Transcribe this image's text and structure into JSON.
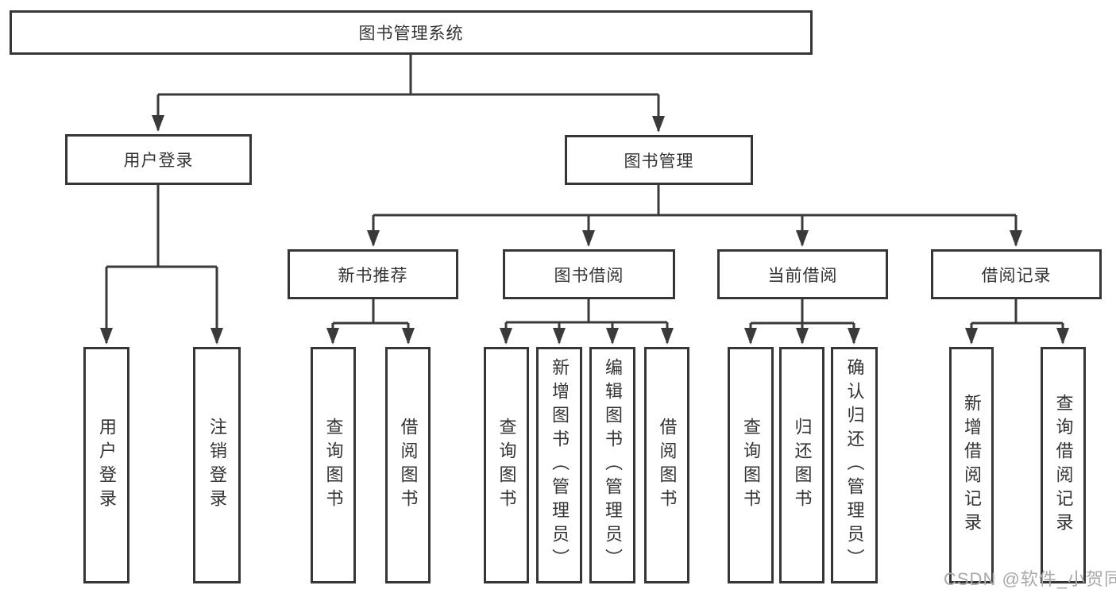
{
  "tree": {
    "label": "图书管理系统",
    "children": [
      {
        "label": "用户登录",
        "children": [
          {
            "label": "用户登录"
          },
          {
            "label": "注销登录"
          }
        ]
      },
      {
        "label": "图书管理",
        "children": [
          {
            "label": "新书推荐",
            "children": [
              {
                "label": "查询图书"
              },
              {
                "label": "借阅图书"
              }
            ]
          },
          {
            "label": "图书借阅",
            "children": [
              {
                "label": "查询图书"
              },
              {
                "label": "新增图书（管理员）"
              },
              {
                "label": "编辑图书（管理员）"
              },
              {
                "label": "借阅图书"
              }
            ]
          },
          {
            "label": "当前借阅",
            "children": [
              {
                "label": "查询图书"
              },
              {
                "label": "归还图书"
              },
              {
                "label": "确认归还（管理员）"
              }
            ]
          },
          {
            "label": "借阅记录",
            "children": [
              {
                "label": "新增借阅记录"
              },
              {
                "label": "查询借阅记录"
              }
            ]
          }
        ]
      }
    ]
  },
  "watermark": "CSDN @软件_小贺同学",
  "colors": {
    "line": "#3a3a3a",
    "box_border": "#363636",
    "text": "#333333",
    "watermark": "#a9a9a9",
    "background": "#ffffff"
  }
}
